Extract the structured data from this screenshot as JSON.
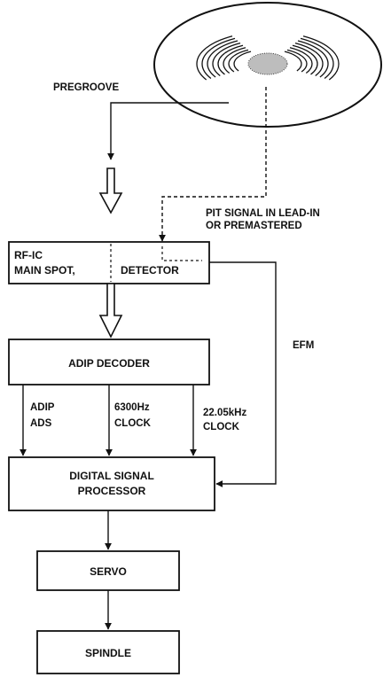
{
  "labels": {
    "pregroove": "PREGROOVE",
    "pit_signal_line1": "PIT SIGNAL IN LEAD-IN",
    "pit_signal_line2": "OR PREMASTERED",
    "efm": "EFM",
    "adip_ads_line1": "ADIP",
    "adip_ads_line2": "ADS",
    "clock_6300_line1": "6300Hz",
    "clock_6300_line2": "CLOCK",
    "clock_22k_line1": "22.05kHz",
    "clock_22k_line2": "CLOCK"
  },
  "blocks": {
    "rfic_line1": "RF-IC",
    "rfic_line2": "MAIN SPOT,",
    "rfic_detector": "DETECTOR",
    "adip_decoder": "ADIP DECODER",
    "dsp_line1": "DIGITAL SIGNAL",
    "dsp_line2": "PROCESSOR",
    "servo": "SERVO",
    "spindle": "SPINDLE"
  }
}
